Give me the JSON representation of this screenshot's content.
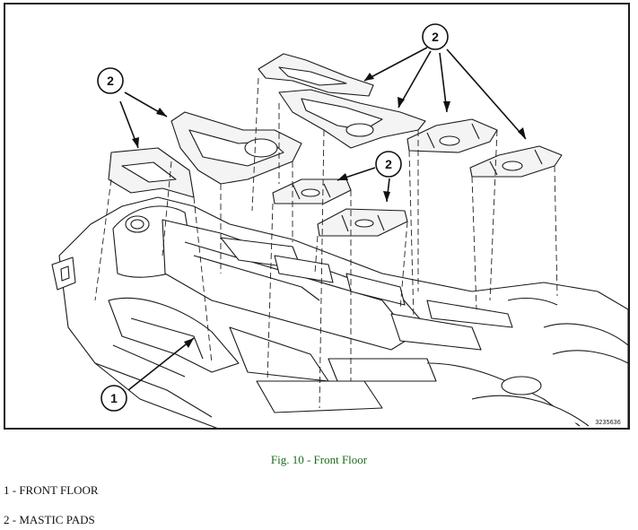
{
  "figure": {
    "image_id_text": "3235636",
    "callout_1": "1",
    "callout_2": "2"
  },
  "caption": "Fig. 10 - Front Floor",
  "legend": [
    {
      "text": "1 - FRONT FLOOR"
    },
    {
      "text": "2 - MASTIC PADS"
    }
  ],
  "colors": {
    "caption": "#1a6e1a",
    "line": "#1a1a1a",
    "pad_fill": "#f4f4f4"
  }
}
